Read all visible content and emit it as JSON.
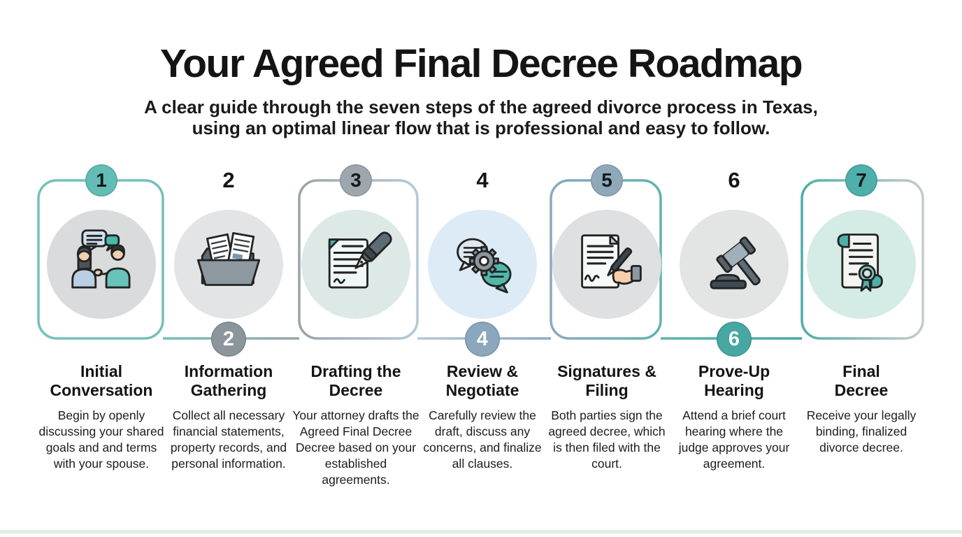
{
  "page": {
    "title": "Your Agreed Final Decree Roadmap",
    "subtitle": "A clear guide through the seven steps of the agreed divorce process in Texas,\nusing an optimal linear flow that is professional and easy to follow."
  },
  "steps": [
    {
      "number": "1",
      "title": "Initial\nConversation",
      "description": "Begin by openly discussing your shared goals and and terms with your spouse.",
      "icon": "conversation-icon",
      "badge_position": "top",
      "badge_color": "#63bdb6",
      "icon_bg": "#dadbdc"
    },
    {
      "number": "2",
      "title": "Information\nGathering",
      "description": "Collect all necessary financial statements, property records, and personal information.",
      "icon": "folder-documents-icon",
      "badge_position": "bottom",
      "badge_color": "#8b959c",
      "icon_bg": "#e3e4e5"
    },
    {
      "number": "3",
      "title": "Drafting the\nDecree",
      "description": "Your attorney drafts the Agreed Final Decree Decree based on your established agreements.",
      "icon": "document-pen-icon",
      "badge_position": "top",
      "badge_color": "#9da7ad",
      "icon_bg": "#dde9e6"
    },
    {
      "number": "4",
      "title": "Review &\nNegotiate",
      "description": "Carefully review the draft, discuss any concerns, and finalize all clauses.",
      "icon": "speech-bubbles-gear-icon",
      "badge_position": "bottom",
      "badge_color": "#8ba7bd",
      "icon_bg": "#dcebf5"
    },
    {
      "number": "5",
      "title": "Signatures &\nFiling",
      "description": "Both parties sign the agreed decree, which is then filed with the court.",
      "icon": "document-signing-icon",
      "badge_position": "top",
      "badge_color": "#8fa9bb",
      "icon_bg": "#dfe0e2"
    },
    {
      "number": "6",
      "title": "Prove-Up\nHearing",
      "description": "Attend a brief court hearing where the judge approves your agreement.",
      "icon": "gavel-icon",
      "badge_position": "bottom",
      "badge_color": "#47a7a2",
      "icon_bg": "#e3e4e4"
    },
    {
      "number": "7",
      "title": "Final\nDecree",
      "description": "Receive your legally binding, finalized divorce decree.",
      "icon": "certificate-icon",
      "badge_position": "top",
      "badge_color": "#4fb0ab",
      "icon_bg": "#d5ebe6"
    }
  ],
  "colors": {
    "background": "#ffffff",
    "text": "#161616",
    "connector_teal": "#74c0ba",
    "connector_gray": "#9aa3a9",
    "connector_light_blue": "#b5c8d6",
    "connector_steel_blue": "#8ba9be",
    "connector_dark_teal": "#47a7a2",
    "connector_light_gray": "#c6cacc",
    "bottom_strip": "#dde8e4"
  }
}
